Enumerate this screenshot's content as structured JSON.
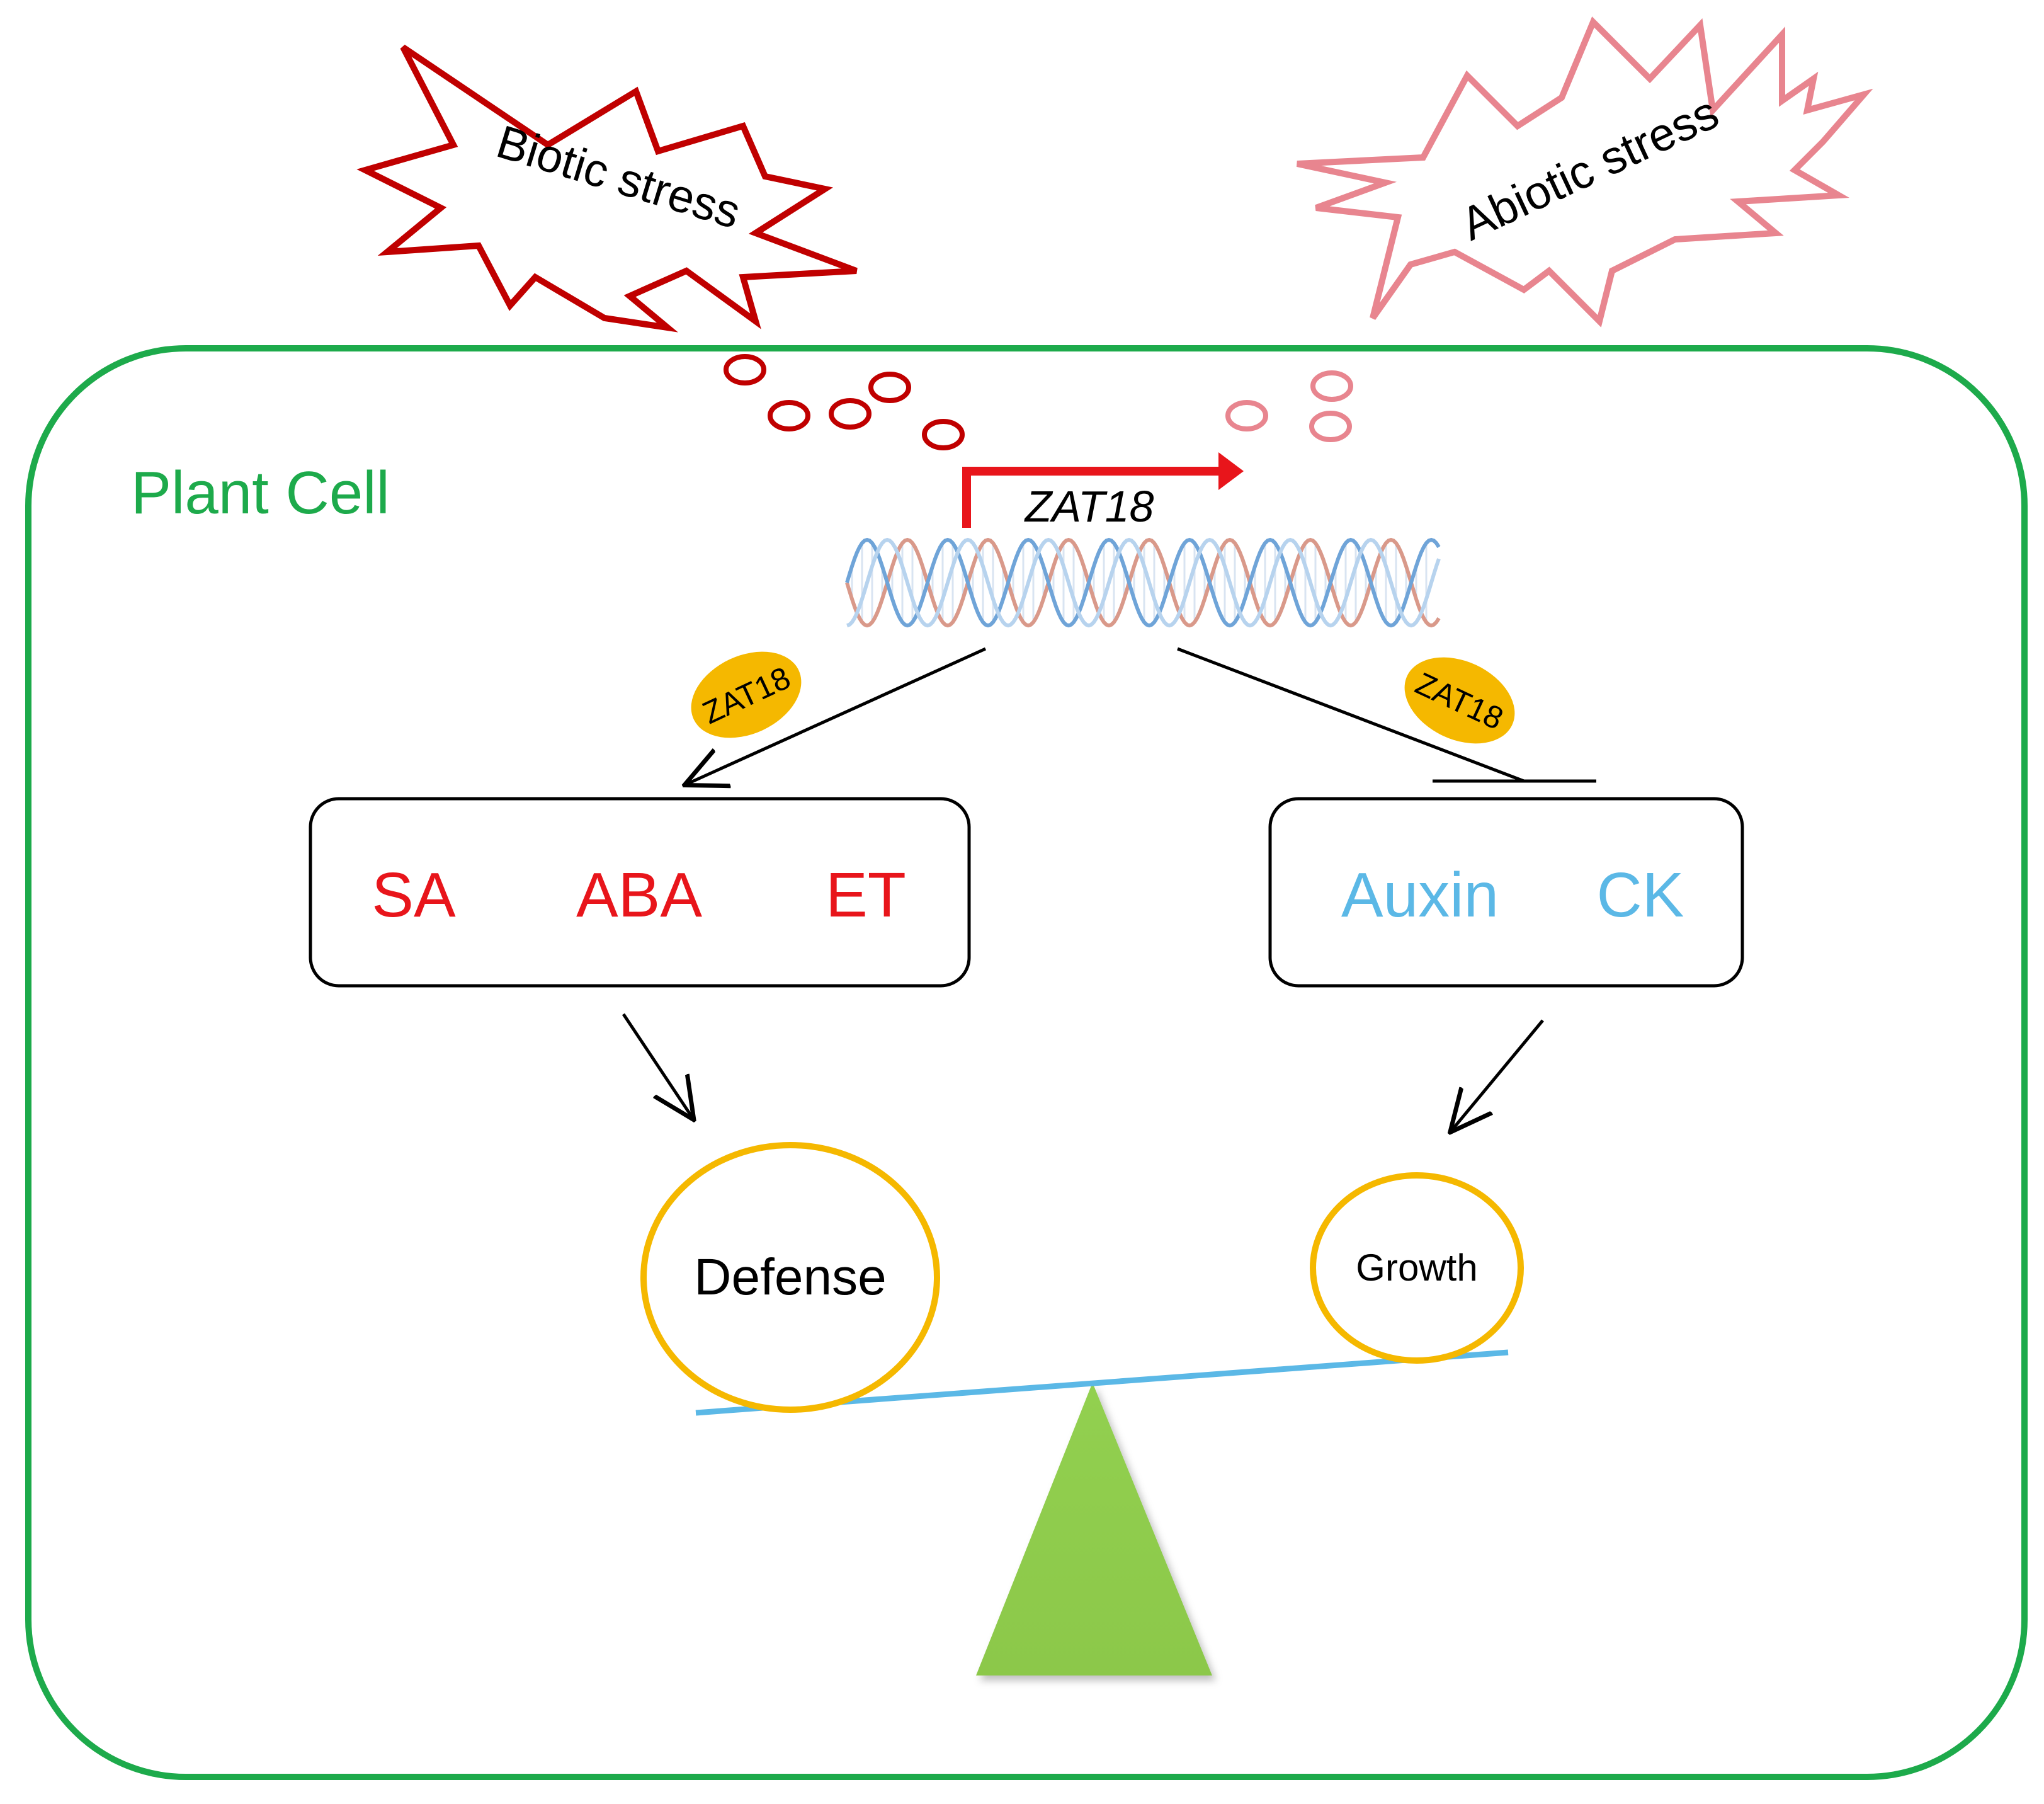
{
  "stress": {
    "biotic_label": "Biotic stress",
    "abiotic_label": "Abiotic stress"
  },
  "cell": {
    "label": "Plant Cell"
  },
  "gene": {
    "label": "ZAT18"
  },
  "protein": {
    "left_label": "ZAT18",
    "right_label": "ZAT18"
  },
  "hormones": {
    "defense": [
      "SA",
      "ABA",
      "ET"
    ],
    "growth": [
      "Auxin",
      "CK"
    ]
  },
  "outcomes": {
    "defense_label": "Defense",
    "growth_label": "Growth"
  },
  "colors": {
    "cell_border": "#1daa4b",
    "biotic": "#c00000",
    "abiotic": "#e8858f",
    "defense_hormone": "#e8151b",
    "growth_hormone": "#5bb8e6",
    "protein_fill": "#f5b800",
    "outcome_ring": "#f5b800",
    "fulcrum": "#92d050",
    "beam": "#5bb8e6",
    "promoter_arrow": "#e8151b"
  }
}
